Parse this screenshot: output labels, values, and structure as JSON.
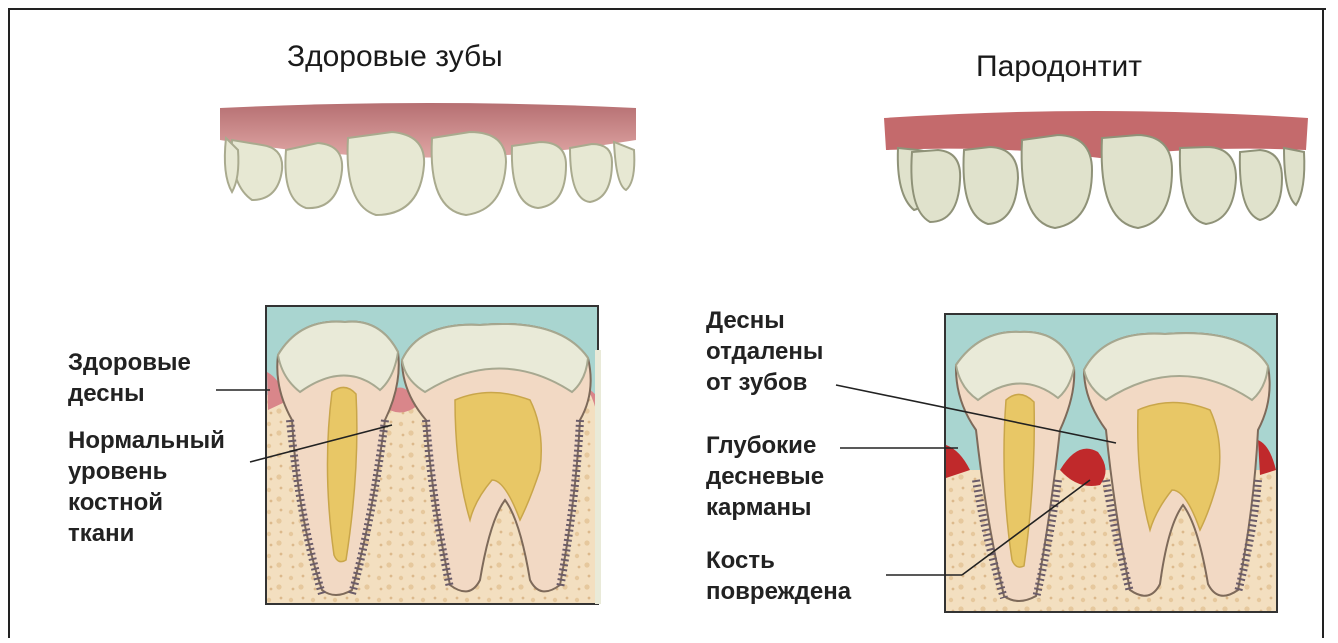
{
  "titles": {
    "healthy": "Здоровые зубы",
    "periodontitis": "Пародонтит"
  },
  "labels": {
    "healthy_gums": "Здоровые\nдесны",
    "normal_bone": "Нормальный\nуровень\nкостной\nткани",
    "gums_receded": "Десны\nотдалены\nот зубов",
    "deep_pockets": "Глубокие\nдесневые\nкарманы",
    "bone_damaged": "Кость\nповреждена"
  },
  "colors": {
    "gum": "#c98a8a",
    "gum_inflamed": "#c0292b",
    "enamel": "#e9ead8",
    "dentin": "#f2d9c4",
    "pulp": "#e8c766",
    "bone": "#f3dfc0",
    "water": "#a9d5d0"
  }
}
